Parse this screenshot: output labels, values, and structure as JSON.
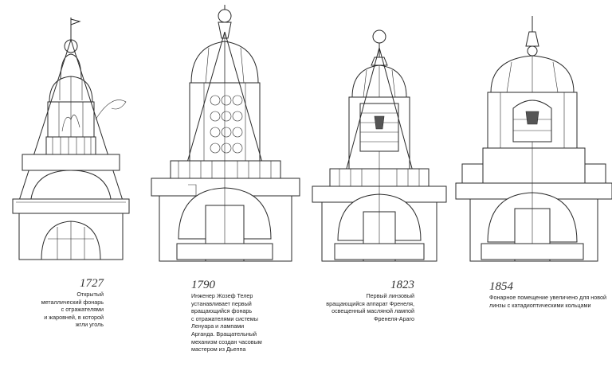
{
  "captions": [
    {
      "year": "1727",
      "text": "Открытый\nметаллический фонарь\nс отражателями\nи жаровней, в которой\nжгли уголь"
    },
    {
      "year": "1790",
      "text": "Инженер Жозеф Телер\nустанавливает первый\nвращающийся фонарь\nс отражателями системы\nЛенуара и лампами\nАрганда. Вращательный\nмеханизм создан часовым\nмастером из Дьеппа"
    },
    {
      "year": "1823",
      "text": "Первый линзовый\nвращающийся аппарат Френеля,\nосвещенный масляной лампой\nФренеля-Араго"
    },
    {
      "year": "1854",
      "text": "Фонарное помещение увеличено для новой\nлинзы с катадиоптическими кольцами"
    }
  ]
}
